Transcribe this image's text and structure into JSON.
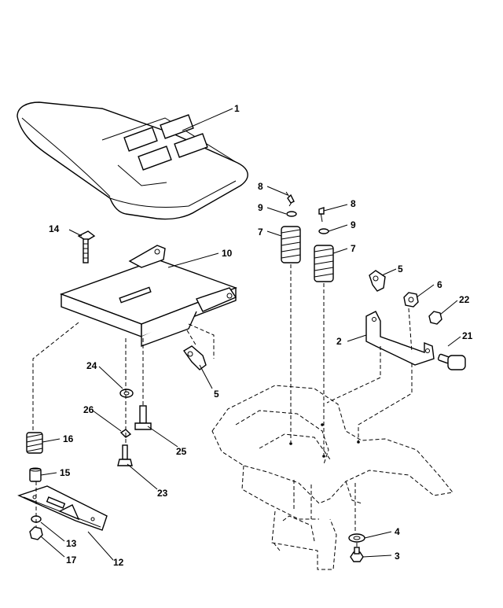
{
  "callouts": [
    "1",
    "2",
    "3",
    "4",
    "5",
    "5",
    "6",
    "7",
    "7",
    "8",
    "8",
    "9",
    "9",
    "10",
    "12",
    "13",
    "14",
    "15",
    "16",
    "17",
    "21",
    "22",
    "23",
    "24",
    "25",
    "26"
  ]
}
